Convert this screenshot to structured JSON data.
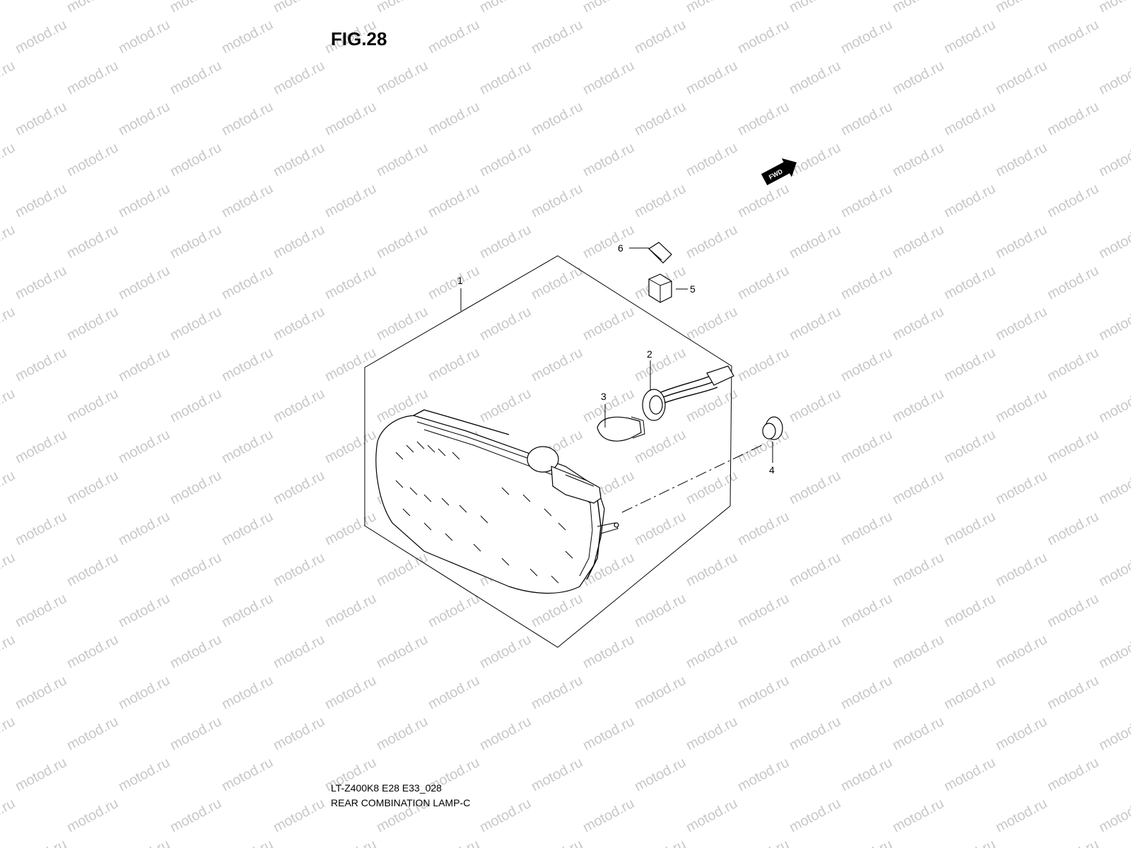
{
  "figure": {
    "title": "FIG.28",
    "model_code": "LT-Z400K8 E28 E33_028",
    "part_name": "REAR COMBINATION LAMP-C"
  },
  "watermark": {
    "text": "motod.ru",
    "color": "#c8c8c8"
  },
  "direction_marker": {
    "label": "FWD"
  },
  "callouts": [
    {
      "number": "1"
    },
    {
      "number": "2"
    },
    {
      "number": "3"
    },
    {
      "number": "4"
    },
    {
      "number": "5"
    },
    {
      "number": "6"
    }
  ]
}
